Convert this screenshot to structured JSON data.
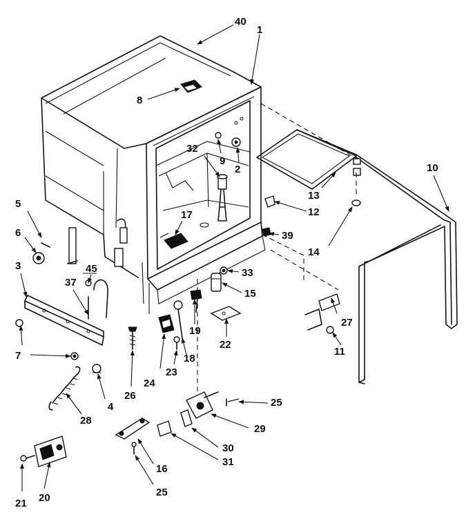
{
  "labels": {
    "l40": "40",
    "l1": "1",
    "l8": "8",
    "l9": "9",
    "l2": "2",
    "l32": "32",
    "l10": "10",
    "l13": "13",
    "l5": "5",
    "l6": "6",
    "l17": "17",
    "l12": "12",
    "l39": "39",
    "l14": "14",
    "l3": "3",
    "l45": "45",
    "l37": "37",
    "l33": "33",
    "l15": "15",
    "l27": "27",
    "l19": "19",
    "l22": "22",
    "l7": "7",
    "l18": "18",
    "l11": "11",
    "l24": "24",
    "l23": "23",
    "l26": "26",
    "l4": "4",
    "l28": "28",
    "l25a": "25",
    "l29": "29",
    "l30": "30",
    "l16": "16",
    "l31": "31",
    "l21": "21",
    "l20": "20",
    "l25b": "25"
  }
}
